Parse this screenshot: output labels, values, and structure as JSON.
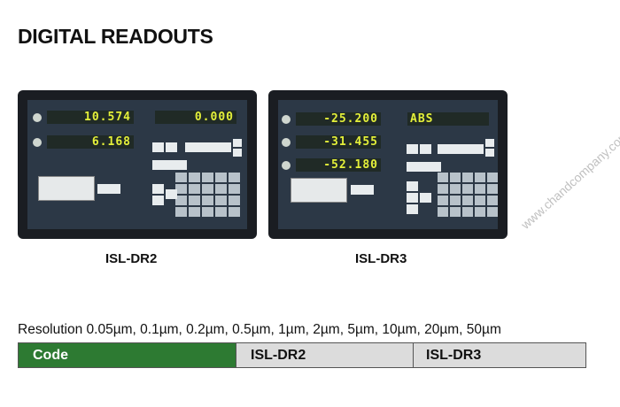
{
  "title": "DIGITAL READOUTS",
  "watermark": "www.chandcompany.com",
  "products": [
    {
      "name": "ISL-DR2",
      "readouts": [
        "10.574",
        "6.168"
      ],
      "aux_display": "0.000"
    },
    {
      "name": "ISL-DR3",
      "readouts": [
        "-25.200",
        "-31.455",
        "-52.180"
      ],
      "aux_display": "ABS"
    }
  ],
  "resolution_text": "Resolution 0.05µm, 0.1µm, 0.2µm, 0.5µm, 1µm, 2µm, 5µm, 10µm, 20µm, 50µm",
  "table": {
    "headers": [
      "Code",
      "ISL-DR2",
      "ISL-DR3"
    ]
  },
  "colors": {
    "code_header": "#2d7a32",
    "cell_bg": "#dcdcdc",
    "display": "#e4f03a"
  }
}
